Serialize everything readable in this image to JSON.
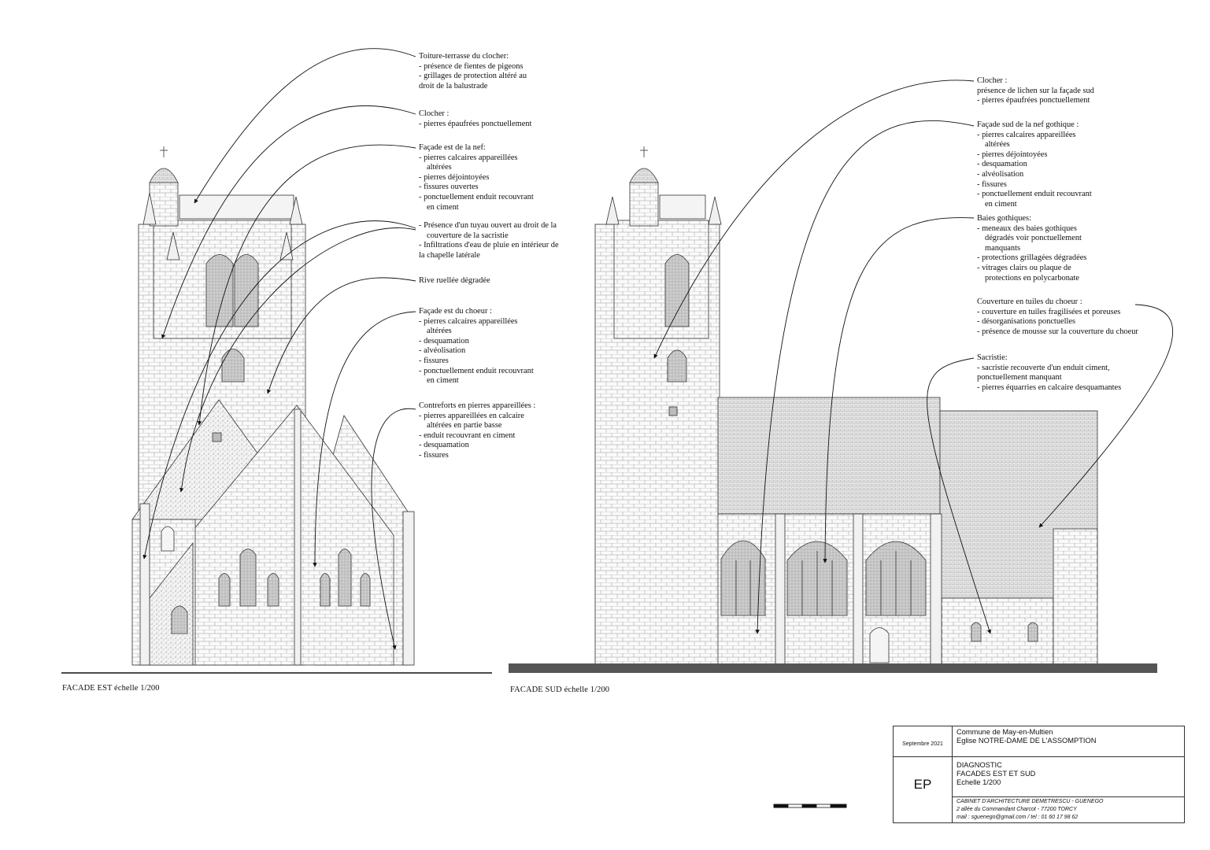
{
  "east_notes": [
    {
      "title": "Toiture-terrasse du clocher:",
      "lines": [
        {
          "t": "présence de fientes de pigeons",
          "k": "dash"
        },
        {
          "t": "grillages de protection altéré au",
          "k": "dash"
        },
        {
          "t": "droit de la balustrade",
          "k": "plain"
        }
      ]
    },
    {
      "title": "Clocher :",
      "lines": [
        {
          "t": "pierres épaufrées ponctuellement",
          "k": "dash"
        }
      ]
    },
    {
      "title": "Façade est de la nef:",
      "lines": [
        {
          "t": "pierres calcaires appareillées",
          "k": "dash"
        },
        {
          "t": "altérées",
          "k": "cont"
        },
        {
          "t": "pierres déjointoyées",
          "k": "dash"
        },
        {
          "t": "fissures ouvertes",
          "k": "dash"
        },
        {
          "t": "ponctuellement enduit recouvrant",
          "k": "dash"
        },
        {
          "t": "en ciment",
          "k": "cont"
        }
      ]
    },
    {
      "title": "",
      "lines": [
        {
          "t": "Présence d'un tuyau ouvert au droit de la",
          "k": "dash"
        },
        {
          "t": "couverture de la sacristie",
          "k": "cont"
        },
        {
          "t": "Infiltrations d'eau de pluie en intérieur de",
          "k": "dash"
        },
        {
          "t": "la chapelle latérale",
          "k": "plain"
        }
      ]
    },
    {
      "title": "Rive ruellée dégradée",
      "lines": []
    },
    {
      "title": "Façade est du choeur :",
      "lines": [
        {
          "t": "pierres calcaires appareillées",
          "k": "dash"
        },
        {
          "t": "altérées",
          "k": "cont"
        },
        {
          "t": "desquamation",
          "k": "dash"
        },
        {
          "t": "alvéolisation",
          "k": "dash"
        },
        {
          "t": "fissures",
          "k": "dash"
        },
        {
          "t": "ponctuellement enduit recouvrant",
          "k": "dash"
        },
        {
          "t": "en ciment",
          "k": "cont"
        }
      ]
    },
    {
      "title": "Contreforts en pierres appareillées :",
      "lines": [
        {
          "t": "pierres appareillées en calcaire",
          "k": "dash"
        },
        {
          "t": "altérées en partie basse",
          "k": "cont"
        },
        {
          "t": "enduit recouvrant en ciment",
          "k": "dash"
        },
        {
          "t": "desquamation",
          "k": "dash"
        },
        {
          "t": "fissures",
          "k": "dash"
        }
      ]
    }
  ],
  "south_notes": [
    {
      "title": "Clocher :",
      "lines": [
        {
          "t": "présence de lichen sur la façade sud",
          "k": "plain"
        },
        {
          "t": "pierres épaufrées ponctuellement",
          "k": "dash"
        }
      ]
    },
    {
      "title": "Façade sud de la nef gothique :",
      "lines": [
        {
          "t": "pierres calcaires appareillées",
          "k": "dash"
        },
        {
          "t": "altérées",
          "k": "cont"
        },
        {
          "t": "pierres déjointoyées",
          "k": "dash"
        },
        {
          "t": "desquamation",
          "k": "dash"
        },
        {
          "t": "alvéolisation",
          "k": "dash"
        },
        {
          "t": "fissures",
          "k": "dash"
        },
        {
          "t": "ponctuellement enduit recouvrant",
          "k": "dash"
        },
        {
          "t": "en ciment",
          "k": "cont"
        }
      ]
    },
    {
      "title": "Baies gothiques:",
      "lines": [
        {
          "t": "meneaux des baies gothiques",
          "k": "dash"
        },
        {
          "t": "dégradés voir ponctuellement",
          "k": "cont"
        },
        {
          "t": "manquants",
          "k": "cont"
        },
        {
          "t": "protections grillagées dégradées",
          "k": "dash"
        },
        {
          "t": "vitrages clairs ou plaque de",
          "k": "dash"
        },
        {
          "t": "protections en polycarbonate",
          "k": "cont"
        }
      ]
    },
    {
      "title": "Couverture en tuiles du choeur :",
      "lines": [
        {
          "t": "couverture en tuiles fragilisées et poreuses",
          "k": "dash"
        },
        {
          "t": "désorganisations ponctuelles",
          "k": "dash"
        },
        {
          "t": "présence de mousse sur la couverture du choeur",
          "k": "dash"
        }
      ]
    },
    {
      "title": "Sacristie:",
      "lines": [
        {
          "t": "sacristie recouverte d'un enduit ciment,",
          "k": "dash"
        },
        {
          "t": "ponctuellement manquant",
          "k": "plain"
        },
        {
          "t": "pierres équarries en calcaire desquamantes",
          "k": "dash"
        }
      ]
    }
  ],
  "captions": {
    "east": "FACADE EST échelle  1/200",
    "south": "FACADE SUD échelle  1/200"
  },
  "cartouche": {
    "date": "Septembre 2021",
    "code": "EP",
    "commune": "Commune de May-en-Multien",
    "eglise": "Eglise NOTRE-DAME DE L'ASSOMPTION",
    "phase": "DIAGNOSTIC",
    "sheet": "FACADES EST ET  SUD",
    "scale": "Echelle 1/200",
    "cabinet": "CABINET D'ARCHITECTURE DEMETRESCU - GUENEGO",
    "address": "2 allée du Commandant Charcot - 77200 TORCY",
    "contact": "mail : sguenego@gmail.com / tel : 01 60 17 98 62"
  }
}
